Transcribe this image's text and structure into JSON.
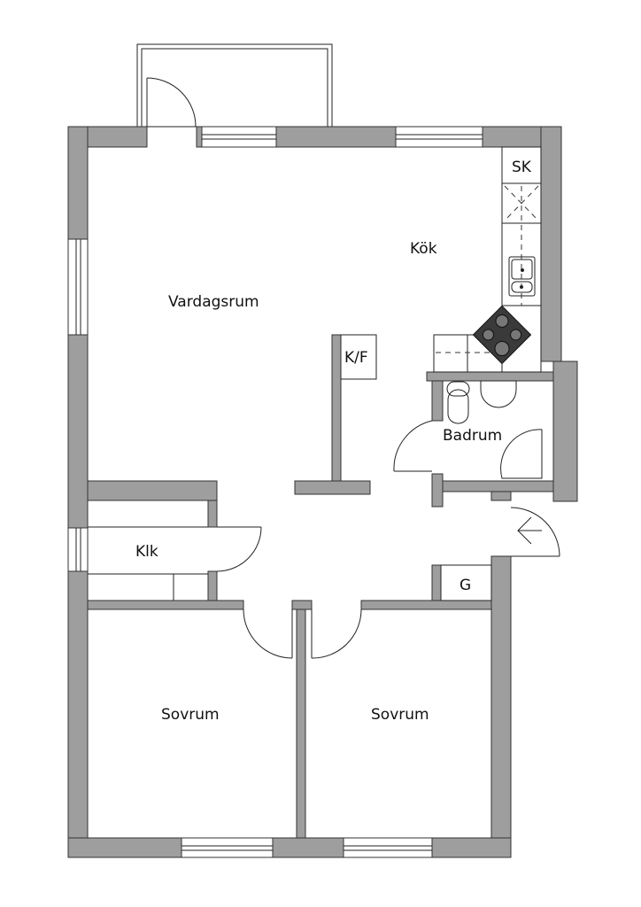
{
  "rooms": {
    "living": "Vardagsrum",
    "kitchen": "Kök",
    "bathroom": "Badrum",
    "closet": "Klk",
    "bedroom_left": "Sovrum",
    "bedroom_right": "Sovrum"
  },
  "fixtures": {
    "cabinet": "SK",
    "fridge_freezer": "K/F",
    "wardrobe": "G"
  },
  "colors": {
    "wall": "#9e9e9e",
    "line": "#222222",
    "stove": "#3a3a3a"
  }
}
